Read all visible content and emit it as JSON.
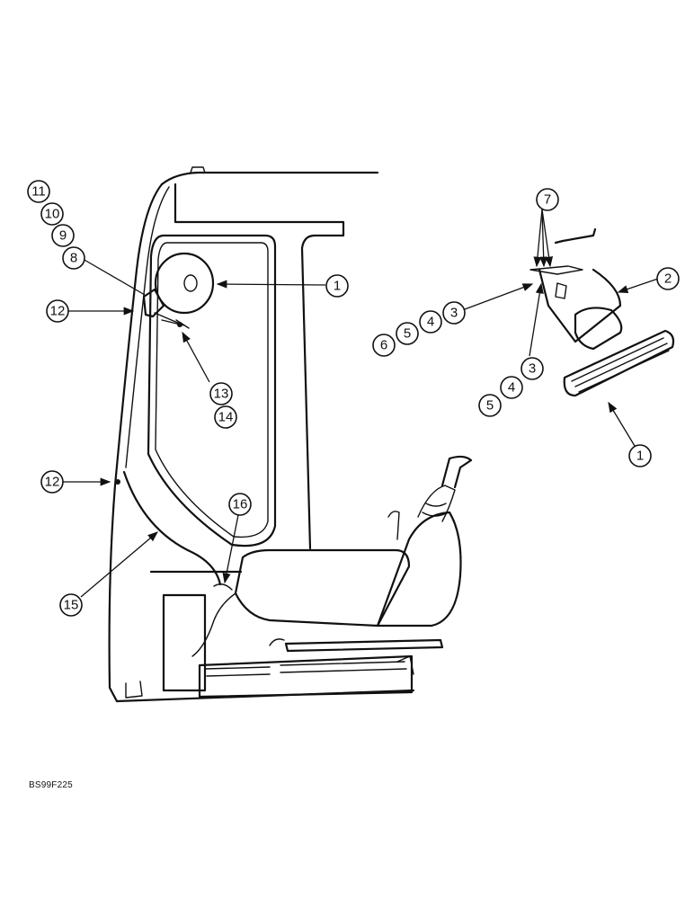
{
  "figure": {
    "reference_code": "BS99F225",
    "callouts": [
      "1",
      "2",
      "3",
      "4",
      "5",
      "6",
      "7",
      "8",
      "9",
      "10",
      "11",
      "12",
      "13",
      "14",
      "15",
      "16"
    ]
  },
  "cab_view": {
    "labels": {
      "c1": "1",
      "c8": "8",
      "c9": "9",
      "c10": "10",
      "c11": "11",
      "c12a": "12",
      "c12b": "12",
      "c13": "13",
      "c14": "14",
      "c15": "15",
      "c16": "16"
    }
  },
  "pedal_detail": {
    "labels": {
      "c7": "7",
      "c2": "2",
      "c3a": "3",
      "c4a": "4",
      "c5a": "5",
      "c6": "6",
      "c3b": "3",
      "c4b": "4",
      "c5b": "5",
      "c1": "1"
    }
  }
}
